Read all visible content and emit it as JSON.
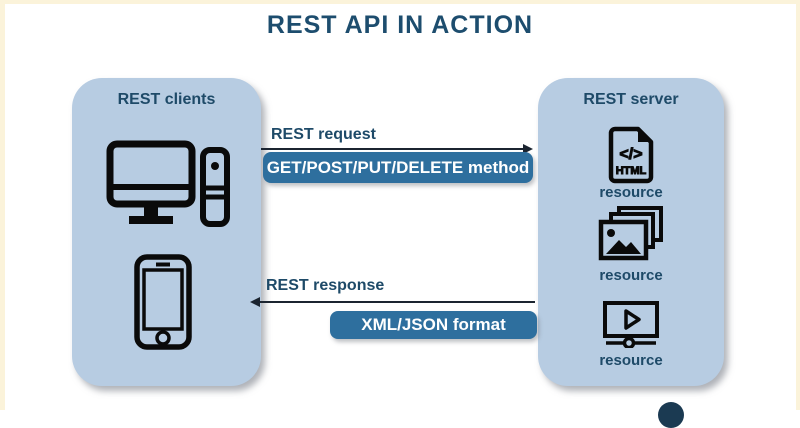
{
  "title": "REST API IN ACTION",
  "clients_box": {
    "label": "REST clients",
    "icons": [
      "desktop-computer-icon",
      "smartphone-icon"
    ]
  },
  "server_box": {
    "label": "REST server",
    "resources": [
      {
        "icon": "html-file-icon",
        "icon_text_code": "</>",
        "icon_text_type": "HTML",
        "label": "resource"
      },
      {
        "icon": "image-gallery-icon",
        "label": "resource"
      },
      {
        "icon": "video-player-icon",
        "label": "resource"
      }
    ]
  },
  "request": {
    "label": "REST request",
    "badge": "GET/POST/PUT/DELETE method",
    "direction": "right"
  },
  "response": {
    "label": "REST response",
    "badge": "XML/JSON format",
    "direction": "left"
  },
  "colors": {
    "box_fill": "#b7cce2",
    "badge_fill": "#2e6f9e",
    "title_text": "#1d4d6e",
    "label_text": "#1e4a68",
    "badge_text": "#ffffff",
    "arrow": "#1b2430",
    "frame_border": "#fbf3da",
    "icon_stroke": "#0a0a0a",
    "dot": "#1b3a52"
  }
}
